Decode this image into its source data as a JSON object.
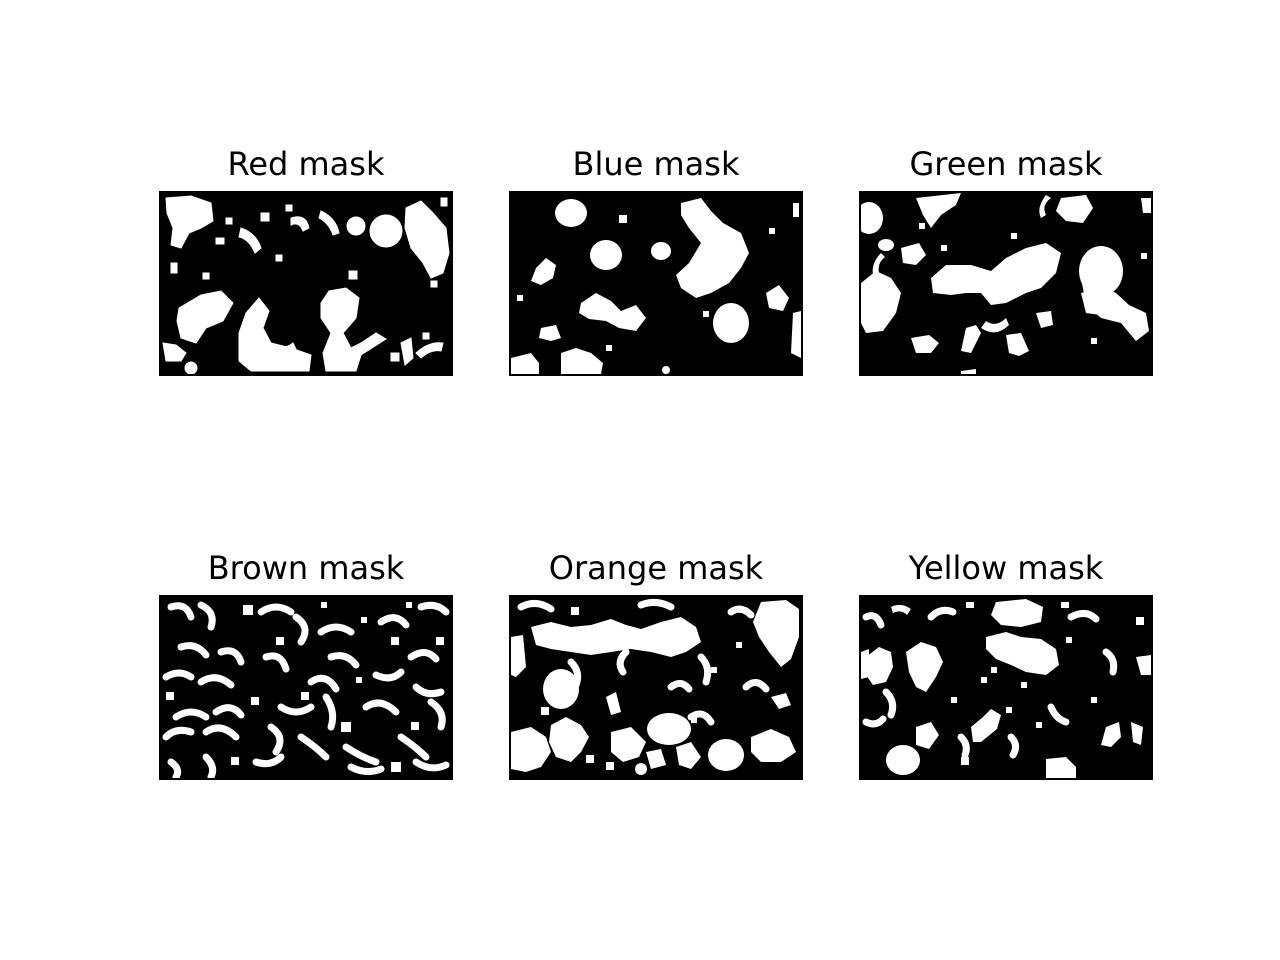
{
  "figure": {
    "panels": [
      {
        "key": "red",
        "title": "Red mask"
      },
      {
        "key": "blue",
        "title": "Blue mask"
      },
      {
        "key": "green",
        "title": "Green mask"
      },
      {
        "key": "brown",
        "title": "Brown mask"
      },
      {
        "key": "orange",
        "title": "Orange mask"
      },
      {
        "key": "yellow",
        "title": "Yellow mask"
      }
    ]
  },
  "colors": {
    "background": "#000000",
    "foreground": "#ffffff"
  }
}
